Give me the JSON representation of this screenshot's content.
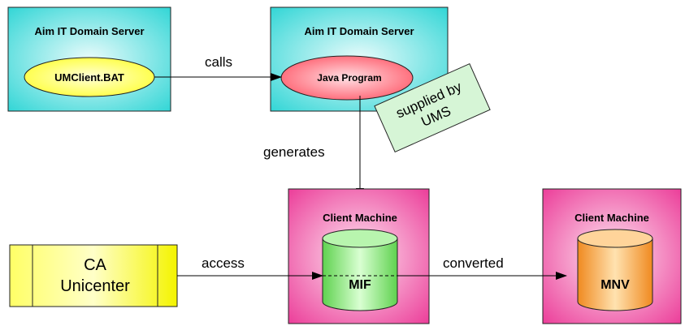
{
  "servers": [
    {
      "title": "Aim IT Domain Server",
      "node": "UMClient.BAT"
    },
    {
      "title": "Aim IT Domain Server",
      "node": "Java Program"
    }
  ],
  "clients": [
    {
      "title": "Client Machine",
      "store": "MIF"
    },
    {
      "title": "Client Machine",
      "store": "MNV"
    }
  ],
  "source": {
    "line1": "CA",
    "line2": "Unicenter"
  },
  "note": {
    "line1": "supplied by",
    "line2": "UMS"
  },
  "edges": {
    "calls": "calls",
    "generates": "generates",
    "access": "access",
    "converted": "converted"
  },
  "colors": {
    "server_fill": "#33d6d6",
    "client_fill": "#ec3f9a",
    "ellipse_yellow": "#ffff33",
    "ellipse_red": "#ff5a6a",
    "cylinder_green": "#8af07a",
    "cylinder_orange": "#ffa040",
    "note_fill": "#d6f5d6",
    "source_fill": "#f0f020"
  }
}
